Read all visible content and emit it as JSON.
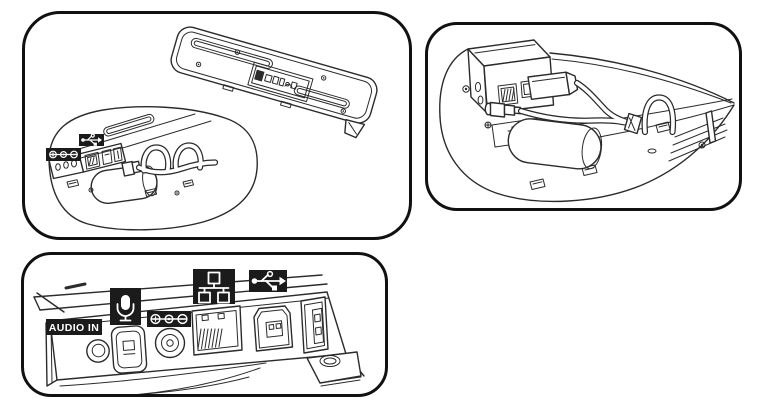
{
  "illustration": {
    "background": "#ffffff",
    "line_color": "#2b2b2b",
    "panel_border_color": "#111111",
    "badge_background": "#1b1b1b",
    "badge_foreground": "#ffffff"
  },
  "panels": [
    {
      "id": "overview",
      "badges": [
        {
          "icon": "dc-power-icon"
        },
        {
          "icon": "usb-icon"
        }
      ]
    },
    {
      "id": "cable-routing"
    },
    {
      "id": "port-panel",
      "audio_in_label": "AUDIO IN",
      "badges": [
        {
          "icon": "microphone-icon"
        },
        {
          "icon": "dc-power-icon"
        },
        {
          "icon": "ethernet-icon"
        },
        {
          "icon": "usb-icon"
        }
      ]
    }
  ]
}
